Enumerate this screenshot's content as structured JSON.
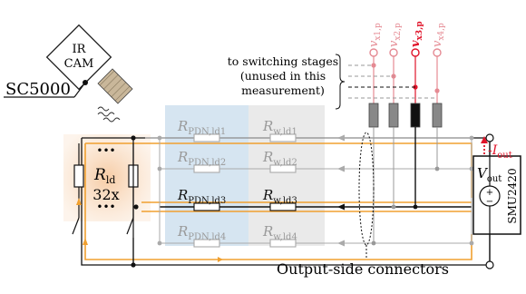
{
  "camera": {
    "label_line1": "IR",
    "label_line2": "CAM",
    "model": "SC5000"
  },
  "switching_note": {
    "line1": "to switching stages",
    "line2": "(unused in this",
    "line3": "measurement)"
  },
  "probes": [
    {
      "sym": "v",
      "sub": "x1,p",
      "active": false
    },
    {
      "sym": "v",
      "sub": "x2,p",
      "active": false
    },
    {
      "sym": "v",
      "sub": "x3,p",
      "active": true
    },
    {
      "sym": "v",
      "sub": "x4,p",
      "active": false
    }
  ],
  "resistor_rows": [
    {
      "pdn_sym": "R",
      "pdn_sub": "PDN,ld1",
      "w_sym": "R",
      "w_sub": "w,ld1",
      "active": false
    },
    {
      "pdn_sym": "R",
      "pdn_sub": "PDN,ld2",
      "w_sym": "R",
      "w_sub": "w,ld2",
      "active": false
    },
    {
      "pdn_sym": "R",
      "pdn_sub": "PDN,ld3",
      "w_sym": "R",
      "w_sub": "w,ld3",
      "active": true
    },
    {
      "pdn_sym": "R",
      "pdn_sub": "PDN,ld4",
      "w_sym": "R",
      "w_sub": "w,ld4",
      "active": false
    }
  ],
  "load": {
    "sym": "R",
    "sub": "ld",
    "count": "32x",
    "dots": "•••"
  },
  "smu": {
    "vout_sym": "V",
    "vout_sub": "out",
    "current_sign": "-",
    "current_sym": "I",
    "current_sub": "out",
    "model": "SMU2420",
    "plus": "+",
    "minus": "−"
  },
  "connectors_label": "Output-side connectors",
  "colors": {
    "probe_red": "#e0707a",
    "current_red": "#e0142a",
    "orange": "#f0a030",
    "pdn_fill": "#cfe0ef",
    "w_fill": "#e4e4e4",
    "load_glow": "#f8d8b8",
    "gray": "#9a9a9a"
  }
}
